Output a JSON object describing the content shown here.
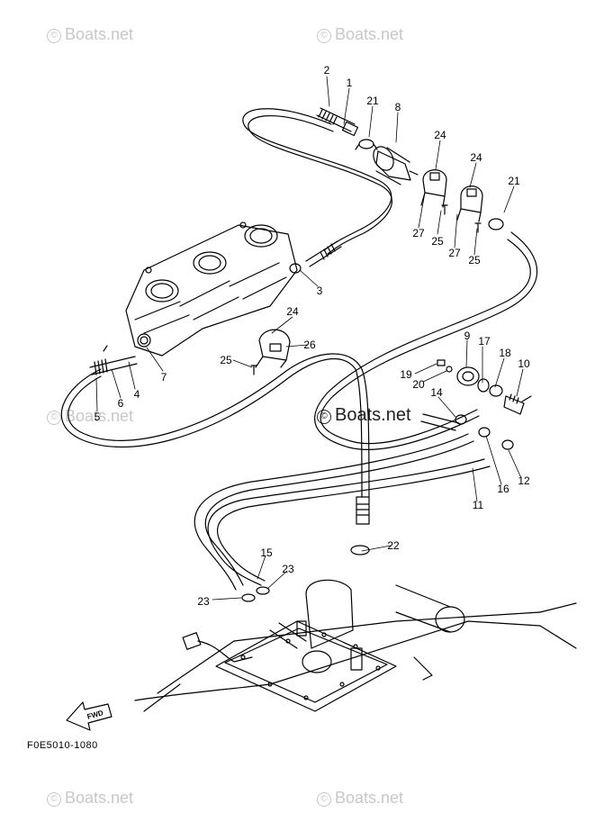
{
  "watermark": {
    "symbol": "©",
    "text": "Boats.net"
  },
  "figure_code": "F0E5010-1080",
  "fwd_label": "FWD",
  "callouts": {
    "c1": "1",
    "c2": "2",
    "c3": "3",
    "c4": "4",
    "c5": "5",
    "c6": "6",
    "c7": "7",
    "c8": "8",
    "c9": "9",
    "c10": "10",
    "c11": "11",
    "c12": "12",
    "c14": "14",
    "c15": "15",
    "c16": "16",
    "c17": "17",
    "c18": "18",
    "c19": "19",
    "c20": "20",
    "c21a": "21",
    "c21b": "21",
    "c22": "22",
    "c23a": "23",
    "c23b": "23",
    "c24a": "24",
    "c24b": "24",
    "c24c": "24",
    "c25a": "25",
    "c25b": "25",
    "c25c": "25",
    "c26": "26",
    "c27a": "27",
    "c27b": "27"
  },
  "colors": {
    "ink": "#000000",
    "watermark": "#c8c8c8",
    "background": "#ffffff"
  }
}
